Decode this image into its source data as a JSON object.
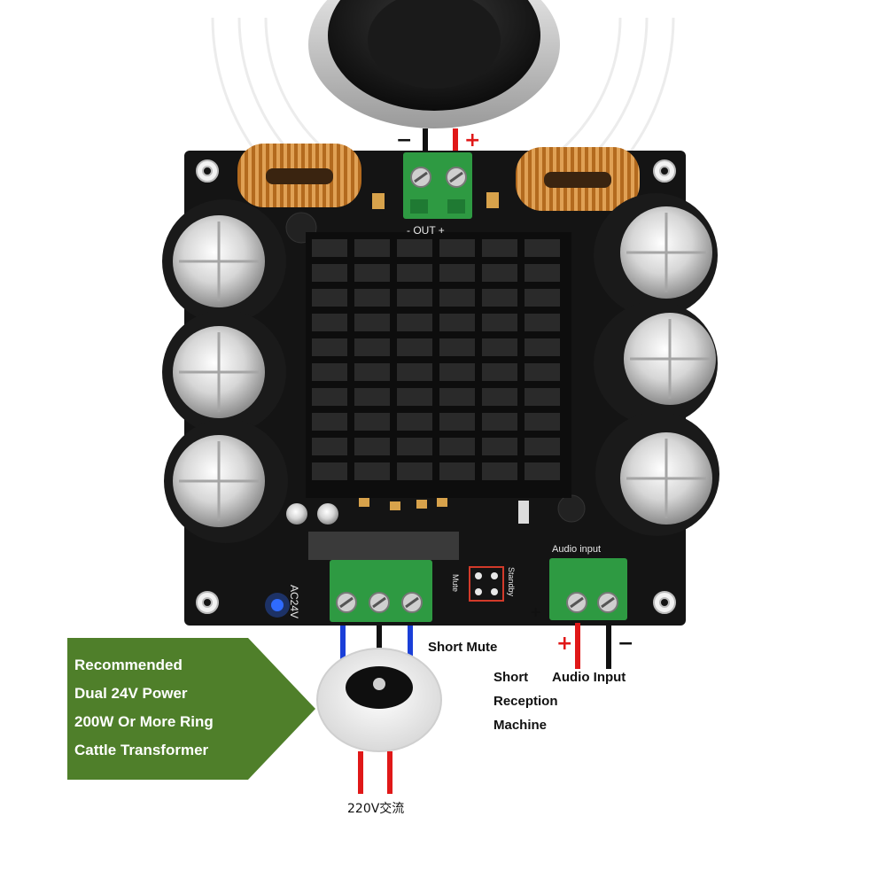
{
  "board": {
    "out_label": "- OUT +",
    "power_label": "AC24V",
    "audio_input_silk": "Audio input",
    "mute_silk": "Mute",
    "standby_silk": "Standby"
  },
  "speaker_polarity": {
    "minus": "−",
    "plus": "+"
  },
  "input_polarity": {
    "plus": "+",
    "minus": "−"
  },
  "board_plus_mark": "+",
  "labels": {
    "short_mute": "Short Mute",
    "short_reception": [
      "Short",
      "Reception",
      "Machine"
    ],
    "audio_input": "Audio Input",
    "ac_voltage": "220V交流"
  },
  "banner": {
    "lines": [
      "Recommended",
      "Dual 24V Power",
      "200W Or More Ring",
      "Cattle Transformer"
    ],
    "color": "#4f7f2a"
  },
  "colors": {
    "pcb": "#141414",
    "terminal": "#2e9a42",
    "copper": "#c07a2e",
    "wire_red": "#e01818",
    "wire_blue": "#1a3fd8",
    "led_blue": "#2f6bff"
  }
}
